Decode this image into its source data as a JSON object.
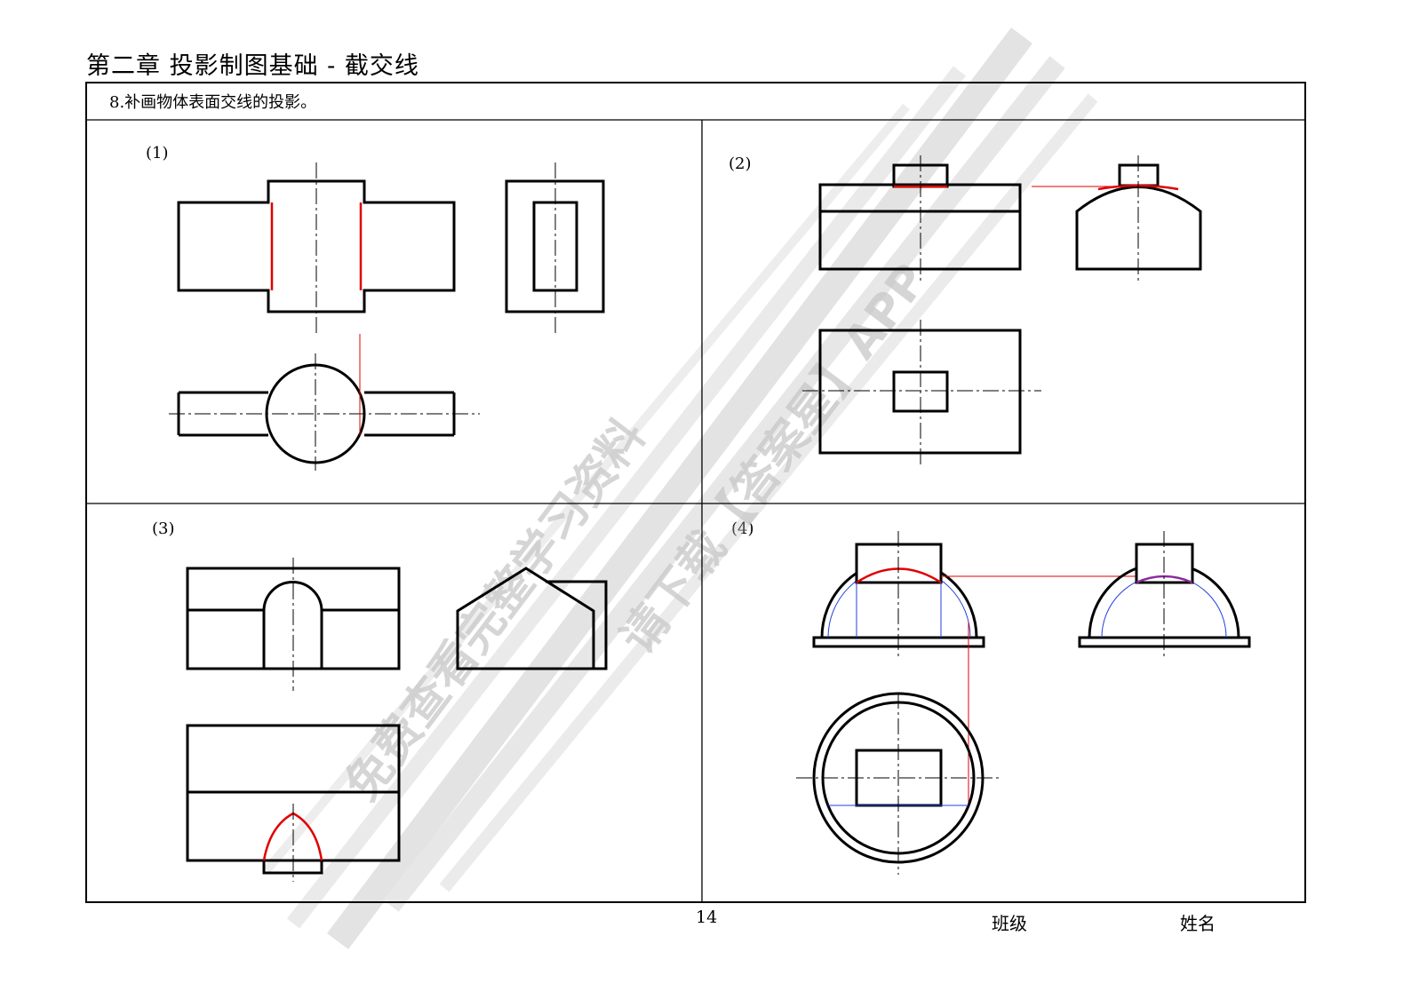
{
  "header": {
    "title": "第二章 投影制图基础 - 截交线"
  },
  "task": {
    "text": "8.补画物体表面交线的投影。"
  },
  "panels": [
    {
      "label": "(1)"
    },
    {
      "label": "(2)"
    },
    {
      "label": "(3)"
    },
    {
      "label": "(4)"
    }
  ],
  "footer": {
    "page_number": "14",
    "class_label": "班级",
    "name_label": "姓名"
  },
  "watermark": {
    "line1": "免费查看完整学习资料",
    "line2": "请下载【答案星】APP"
  },
  "colors": {
    "outline": "#000000",
    "answer_line": "#e00000",
    "construction_line": "#2040e0",
    "watermark": "#c8c8c8"
  }
}
